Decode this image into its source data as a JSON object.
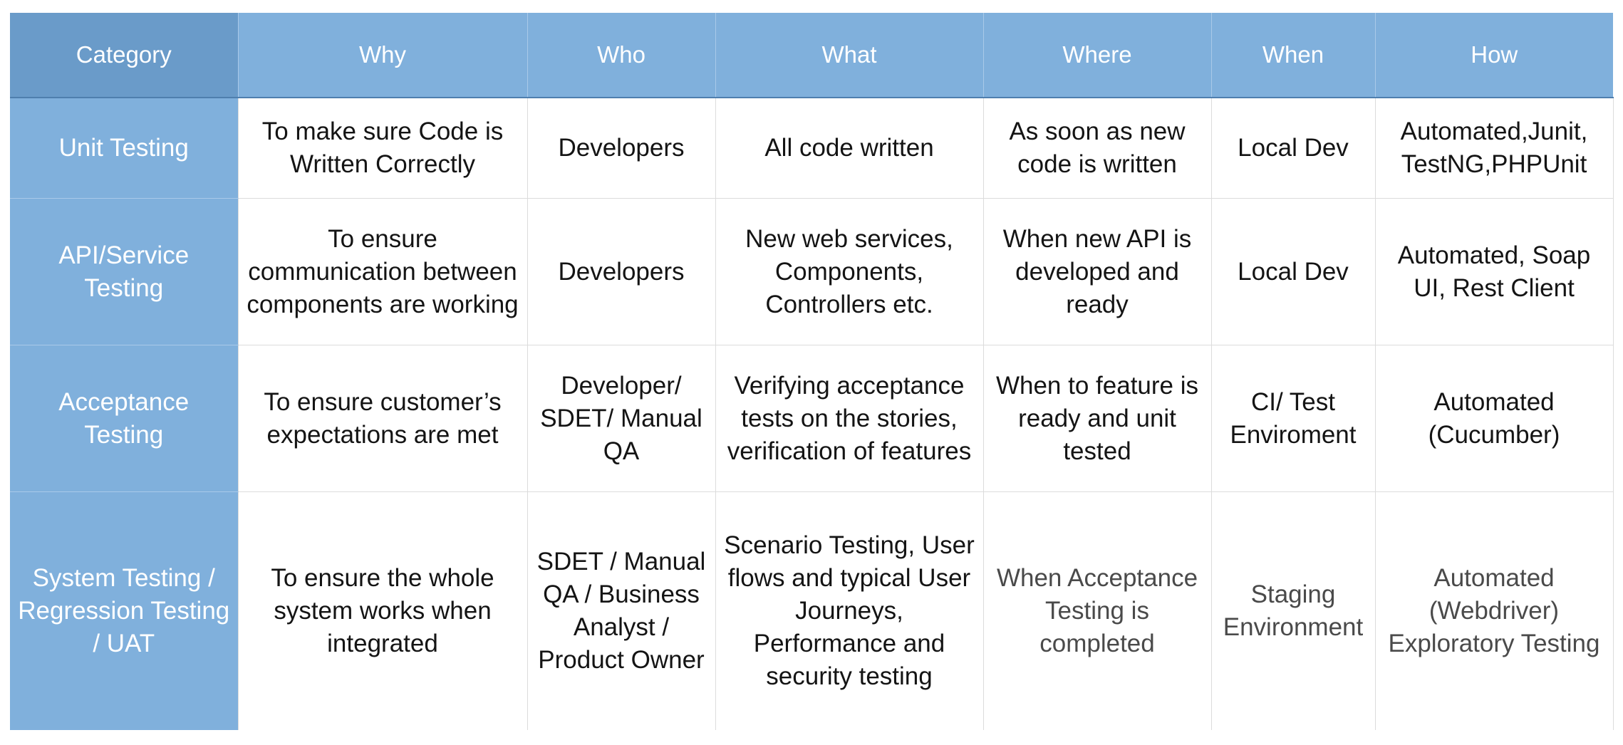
{
  "table": {
    "headers": [
      "Category",
      "Why",
      "Who",
      "What",
      "Where",
      "When",
      "How"
    ],
    "rows": [
      {
        "category": "Unit Testing",
        "why": "To make sure Code is Written Correctly",
        "who": "Developers",
        "what": "All code written",
        "where": "As soon as new code is written",
        "when": "Local Dev",
        "how": "Automated,Junit, TestNG,PHPUnit"
      },
      {
        "category": "API/Service Testing",
        "why": "To ensure communication between components are working",
        "who": "Developers",
        "what": "New web services, Components, Controllers etc.",
        "where": "When new API is developed and ready",
        "when": "Local Dev",
        "how": "Automated, Soap UI, Rest Client"
      },
      {
        "category": "Acceptance Testing",
        "why": "To ensure customer’s expectations are met",
        "who": "Developer/ SDET/ Manual QA",
        "what": "Verifying acceptance tests on the stories, verification of features",
        "where": "When to feature is ready and unit tested",
        "when": "CI/ Test Enviroment",
        "how": "Automated (Cucumber)"
      },
      {
        "category": "System Testing / Regression Testing / UAT",
        "why": "To ensure the whole system works when integrated",
        "who": "SDET / Manual QA / Business Analyst / Product Owner",
        "what": "Scenario Testing, User flows and typical User Journeys, Performance and security testing",
        "where": "When Acceptance Testing is completed",
        "when": "Staging Environment",
        "how": "Automated (Webdriver) Exploratory Testing"
      }
    ]
  }
}
